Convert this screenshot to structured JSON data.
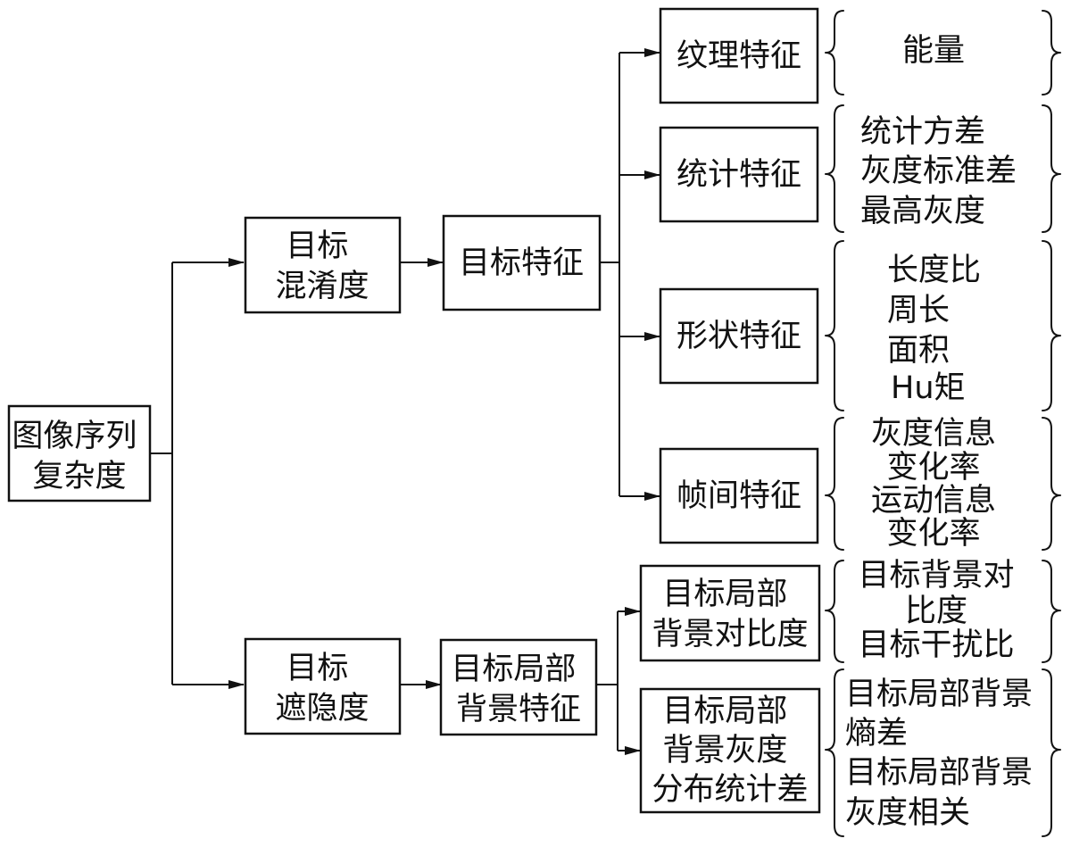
{
  "root": [
    "图像序列",
    "复杂度"
  ],
  "branches": {
    "confusion": {
      "label": [
        "目标",
        "混淆度"
      ],
      "feature": [
        "目标特征"
      ],
      "children": {
        "texture": {
          "label": [
            "纹理特征"
          ],
          "items": [
            "能量"
          ]
        },
        "statistic": {
          "label": [
            "统计特征"
          ],
          "items": [
            "统计方差",
            "灰度标准差",
            "最高灰度"
          ]
        },
        "shape": {
          "label": [
            "形状特征"
          ],
          "items": [
            "长度比",
            "周长",
            "面积",
            "Hu矩"
          ]
        },
        "interframe": {
          "label": [
            "帧间特征"
          ],
          "items": [
            "灰度信息",
            "变化率",
            "运动信息",
            "变化率"
          ]
        }
      }
    },
    "occlusion": {
      "label": [
        "目标",
        "遮隐度"
      ],
      "feature": [
        "目标局部",
        "背景特征"
      ],
      "children": {
        "contrast": {
          "label": [
            "目标局部",
            "背景对比度"
          ],
          "items": [
            "目标背景对",
            "比度",
            "目标干扰比"
          ]
        },
        "gray_dist": {
          "label": [
            "目标局部",
            "背景灰度",
            "分布统计差"
          ],
          "items": [
            "目标局部背景",
            "熵差",
            "目标局部背景",
            "灰度相关"
          ]
        }
      }
    }
  }
}
